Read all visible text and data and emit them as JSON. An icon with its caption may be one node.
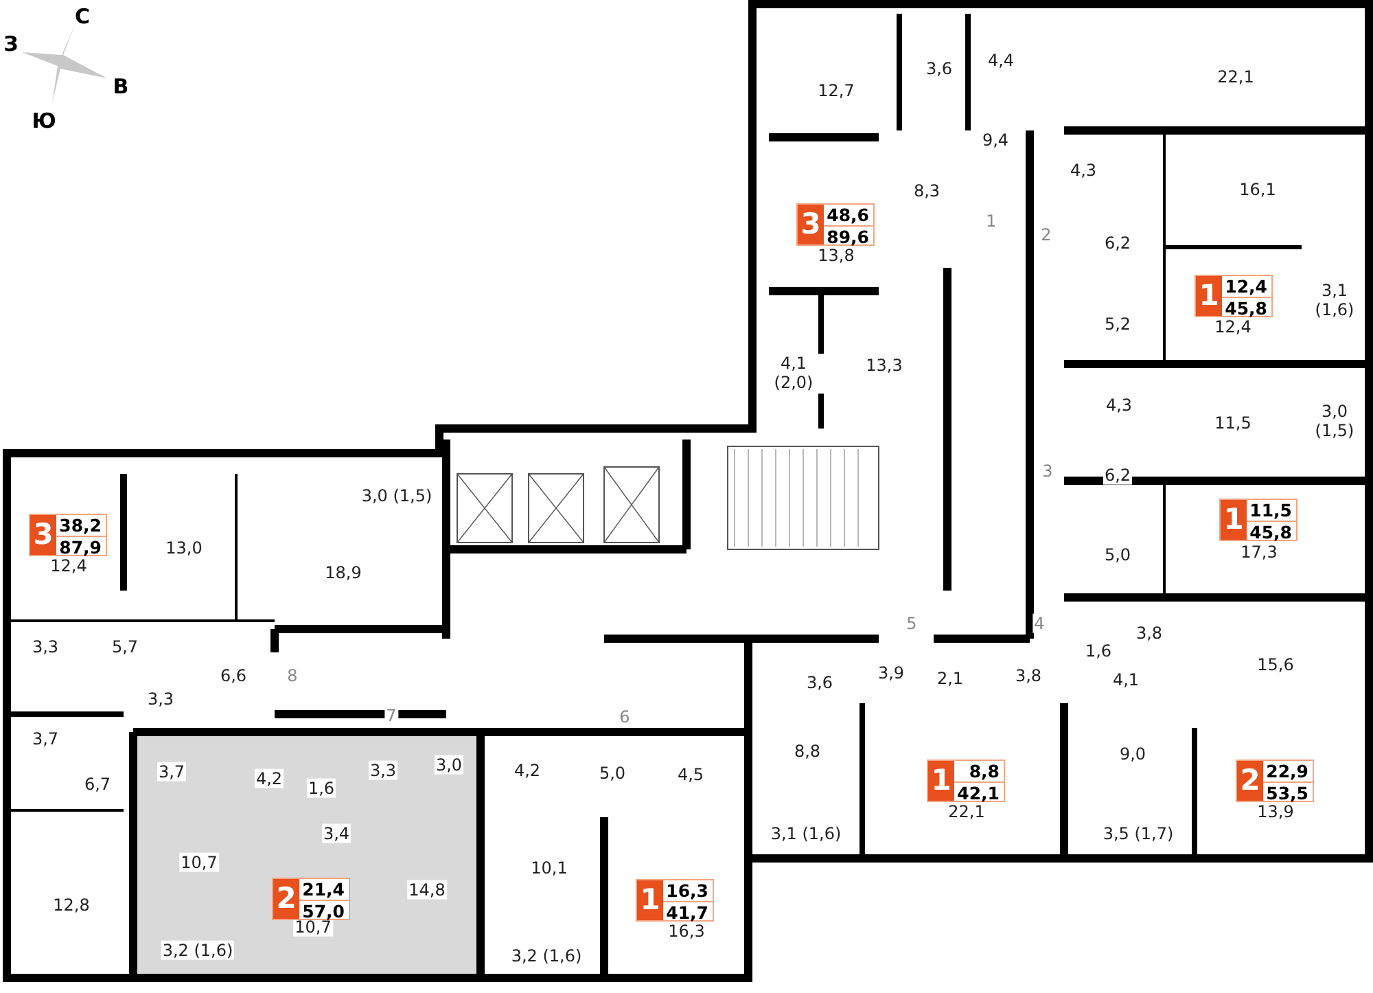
{
  "diagram": {
    "nodes": [
      {
        "text": [
          "3",
          "48,6",
          "89,6"
        ]
      },
      {
        "text": [
          "1",
          "12,4",
          "45,8"
        ]
      },
      {
        "text": [
          "1",
          "11,5",
          "45,8"
        ]
      },
      {
        "text": [
          "3",
          "38,2",
          "87,9"
        ]
      },
      {
        "text": [
          "1",
          "8,8",
          "42,1"
        ]
      },
      {
        "text": [
          "2",
          "22,9",
          "53,5"
        ]
      },
      {
        "text": [
          "2",
          "21,4",
          "57,0"
        ]
      },
      {
        "text": [
          "1",
          "16,3",
          "41,7"
        ]
      }
    ],
    "edges": [],
    "labels": [
      "С",
      "З",
      "В",
      "Ю",
      "3,6",
      "4,4",
      "22,1",
      "12,7",
      "9,4",
      "4,3",
      "8,3",
      "16,1",
      "13,8",
      "1",
      "2",
      "6,2",
      "5,2",
      "12,4",
      "3,1 (1,6)",
      "4,1 (2,0)",
      "13,3",
      "4,3",
      "11,5",
      "3,0 (1,5)",
      "3",
      "6,2",
      "5,0",
      "17,3",
      "3,0 (1,5)",
      "12,4",
      "13,0",
      "18,9",
      "3,3",
      "5,7",
      "6,6",
      "8",
      "3,3",
      "3,7",
      "6,7",
      "3,7",
      "4,2",
      "1,6",
      "3,3",
      "3,0",
      "7",
      "3,4",
      "10,7",
      "14,8",
      "12,8",
      "10,7",
      "3,2 (1,6)",
      "4,2",
      "5,0",
      "6",
      "4,5",
      "10,1",
      "16,3",
      "3,2 (1,6)",
      "5",
      "4",
      "1,6",
      "3,8",
      "3,6",
      "3,9",
      "2,1",
      "3,8",
      "4,1",
      "15,6",
      "8,8",
      "9,0",
      "22,1",
      "13,9",
      "3,1 (1,6)",
      "3,5 (1,7)"
    ]
  }
}
